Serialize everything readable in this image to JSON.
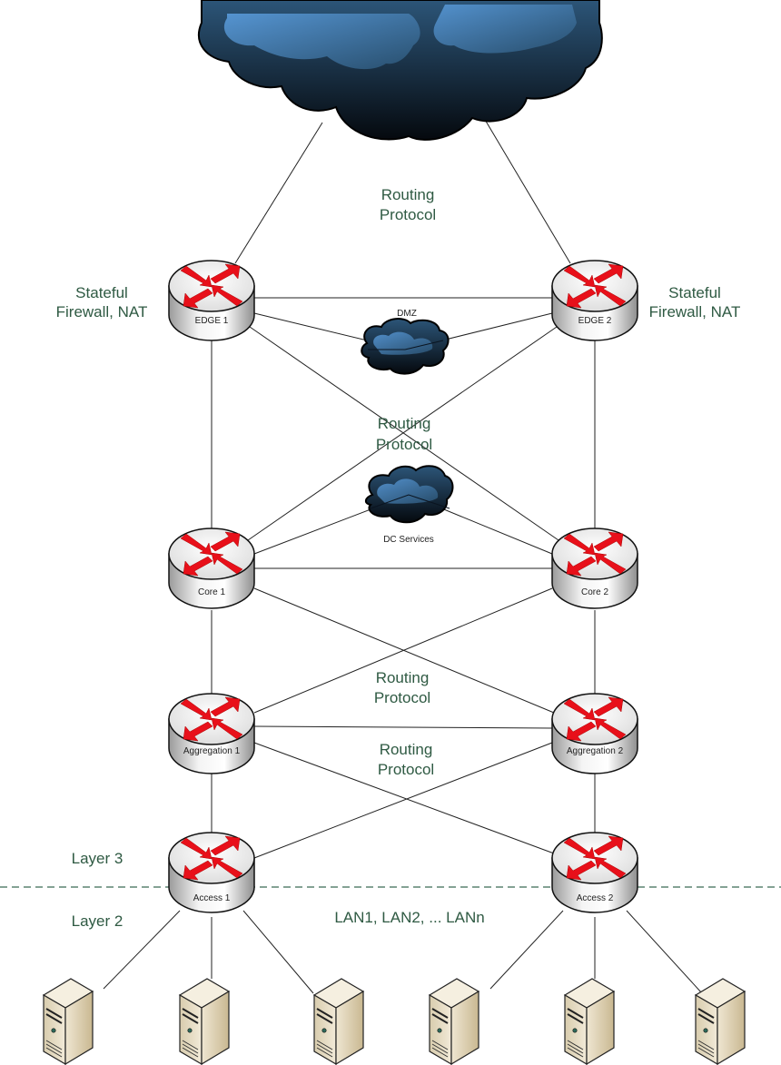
{
  "diagram": {
    "title_hint": "Data center network topology",
    "colors": {
      "annotation_text": "#2f5a43",
      "router_arrow": "#e8101a",
      "cloud_dark": "#0b1621",
      "cloud_light": "#4a8ccc",
      "layer_divider": "#3a6b55",
      "server_body": "#e6dcc4"
    },
    "clouds": [
      {
        "id": "internet",
        "label": ""
      },
      {
        "id": "dmz",
        "label": "DMZ"
      },
      {
        "id": "dc-services",
        "label": "DC Services"
      }
    ],
    "routers": [
      {
        "id": "edge1",
        "label": "EDGE 1"
      },
      {
        "id": "edge2",
        "label": "EDGE 2"
      },
      {
        "id": "core1",
        "label": "Core 1"
      },
      {
        "id": "core2",
        "label": "Core 2"
      },
      {
        "id": "agg1",
        "label": "Aggregation 1"
      },
      {
        "id": "agg2",
        "label": "Aggregation 2"
      },
      {
        "id": "access1",
        "label": "Access 1"
      },
      {
        "id": "access2",
        "label": "Access 2"
      }
    ],
    "servers_count": 6,
    "annotations": {
      "routing_protocol_line1": "Routing",
      "routing_protocol_line2": "Protocol",
      "stateful_line1": "Stateful",
      "stateful_line2": "Firewall, NAT",
      "layer3": "Layer 3",
      "layer2": "Layer 2",
      "lans": "LAN1, LAN2, ... LANn"
    },
    "links": [
      [
        "internet",
        "edge1"
      ],
      [
        "internet",
        "edge2"
      ],
      [
        "edge1",
        "edge2"
      ],
      [
        "edge1",
        "dmz"
      ],
      [
        "edge2",
        "dmz"
      ],
      [
        "edge1",
        "core1"
      ],
      [
        "edge2",
        "core2"
      ],
      [
        "edge1",
        "core2"
      ],
      [
        "edge2",
        "core1"
      ],
      [
        "core1",
        "dc-services"
      ],
      [
        "core2",
        "dc-services"
      ],
      [
        "core1",
        "core2"
      ],
      [
        "core1",
        "agg1"
      ],
      [
        "core2",
        "agg2"
      ],
      [
        "core1",
        "agg2"
      ],
      [
        "core2",
        "agg1"
      ],
      [
        "agg1",
        "agg2"
      ],
      [
        "agg1",
        "access1"
      ],
      [
        "agg2",
        "access2"
      ],
      [
        "agg1",
        "access2"
      ],
      [
        "agg2",
        "access1"
      ],
      [
        "access1",
        "server1"
      ],
      [
        "access1",
        "server2"
      ],
      [
        "access1",
        "server3"
      ],
      [
        "access2",
        "server4"
      ],
      [
        "access2",
        "server5"
      ],
      [
        "access2",
        "server6"
      ]
    ]
  }
}
